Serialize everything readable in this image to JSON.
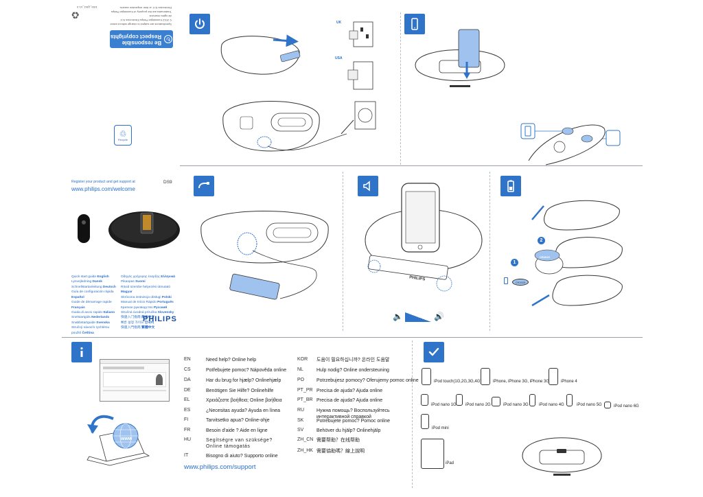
{
  "respect_banner": {
    "title": "Be responsible",
    "subtitle": "Respect copyrights"
  },
  "legal_text": [
    "Specifications are subject to change without notice",
    "© 2012 Koninklijke Philips Electronics N.V.",
    "All rights reserved.",
    "Trademarks are the property of Koninklijke Philips",
    "Electronics N.V. or their respective owners."
  ],
  "doc_code": "DS9_QSG_V1.0",
  "recycle_label": "Recycle",
  "plug_labels": {
    "uk": "UK",
    "usa": "USA"
  },
  "register": {
    "text": "Register your product and get support at",
    "model": "DS9",
    "url": "www.philips.com/welcome"
  },
  "left_languages_col1": [
    {
      "name": "Quick start guide",
      "lang": "English"
    },
    {
      "name": "Lynvejledning",
      "lang": "Dansk"
    },
    {
      "name": "Schnellstartanleitung",
      "lang": "Deutsch"
    },
    {
      "name": "Guía de configuración rápida",
      "lang": "Español"
    },
    {
      "name": "Guide de démarrage rapide",
      "lang": "Français"
    },
    {
      "name": "Guida di avvio rapido",
      "lang": "Italiano"
    },
    {
      "name": "Snelstartgids",
      "lang": "Nederlands"
    },
    {
      "name": "Snabbstartguide",
      "lang": "Svenska"
    },
    {
      "name": "Stručný návod k rychlému použití",
      "lang": "Čeština"
    }
  ],
  "left_languages_col2": [
    {
      "name": "Οδηγός γρήγορης έναρξης",
      "lang": "Ελληνικά"
    },
    {
      "name": "Pikaopas",
      "lang": "Suomi"
    },
    {
      "name": "Rövid üzembe helyezési útmutató",
      "lang": "Magyar"
    },
    {
      "name": "Skrócona instrukcja obsługi",
      "lang": "Polski"
    },
    {
      "name": "Manual de Início Rápido",
      "lang": "Português"
    },
    {
      "name": "Краткое руководство",
      "lang": "Русский"
    },
    {
      "name": "Stručná úvodná príručka",
      "lang": "Slovensky"
    },
    {
      "name": "快速入门指南",
      "lang": "简体中文"
    },
    {
      "name": "빠른 설정 가이드",
      "lang": "한국어"
    },
    {
      "name": "快速入門指南",
      "lang": "繁體中文"
    }
  ],
  "brand": "PHILIPS",
  "speaker_brand": "PHILIPS",
  "battery_label_1": "CR2025",
  "battery_label_2": "CR2025",
  "step_numbers": [
    "1",
    "2"
  ],
  "www_label": "www",
  "help_col1": [
    {
      "code": "EN",
      "text": "Need help? Online help",
      "blue": true
    },
    {
      "code": "CS",
      "text": "Potřebujete pomoc? Nápověda online"
    },
    {
      "code": "DA",
      "text": "Har du brug for hjælp? Onlinehjælp"
    },
    {
      "code": "DE",
      "text": "Benötigen Sie Hilfe? Onlinehilfe"
    },
    {
      "code": "EL",
      "text": "Χρειάζεστε βοήθεια; Online βοήθεια"
    },
    {
      "code": "ES",
      "text": "¿Necesitas ayuda? Ayuda en línea"
    },
    {
      "code": "FI",
      "text": "Tarvitsetko apua? Online-ohje"
    },
    {
      "code": "FR",
      "text": "Besoin d'aide ? Aide en ligne"
    },
    {
      "code": "HU",
      "text": "Segítségre van szüksége? Online támogatás"
    },
    {
      "code": "IT",
      "text": "Bisogno di aiuto? Supporto online"
    }
  ],
  "help_col2": [
    {
      "code": "KOR",
      "text": "도움이 필요하십니까? 온라인 도움말"
    },
    {
      "code": "NL",
      "text": "Hulp nodig? Online ondersteuning"
    },
    {
      "code": "PO",
      "text": "Potrzebujesz pomocy? Oferujemy pomoc online"
    },
    {
      "code": "PT_PR",
      "text": "Precisa de ajuda? Ajuda online"
    },
    {
      "code": "PT_BR",
      "text": "Precisa de ajuda? Ajuda online"
    },
    {
      "code": "RU",
      "text": "Нужна помощь? Воспользуйтесь интерактивной справкой"
    },
    {
      "code": "SK",
      "text": "Potrebujete pomoc? Pomoc online"
    },
    {
      "code": "SV",
      "text": "Behöver du hjälp? Onlinehjälp"
    },
    {
      "code": "ZH_CN",
      "text": "需要帮助？在线帮助"
    },
    {
      "code": "ZH_HK",
      "text": "需要協助嗎？線上說明"
    }
  ],
  "support_url": "www.philips.com/support",
  "devices": {
    "ipod_touch": "iPod touch(1G,2G,3G,4G)",
    "iphone": "iPhone, iPhone 3G, iPhone 3GS",
    "iphone4": "iPhone 4",
    "nano1": "iPod nano 1G",
    "nano2": "iPod nano 2G",
    "nano3": "iPod nano 3G",
    "nano4": "iPod nano 4G",
    "nano5": "iPod nano 5G",
    "nano6": "iPod nano 6G",
    "mini": "iPod mini",
    "ipad": "iPad"
  },
  "colors": {
    "accent": "#2f74c8",
    "link": "#2a6fc9"
  }
}
